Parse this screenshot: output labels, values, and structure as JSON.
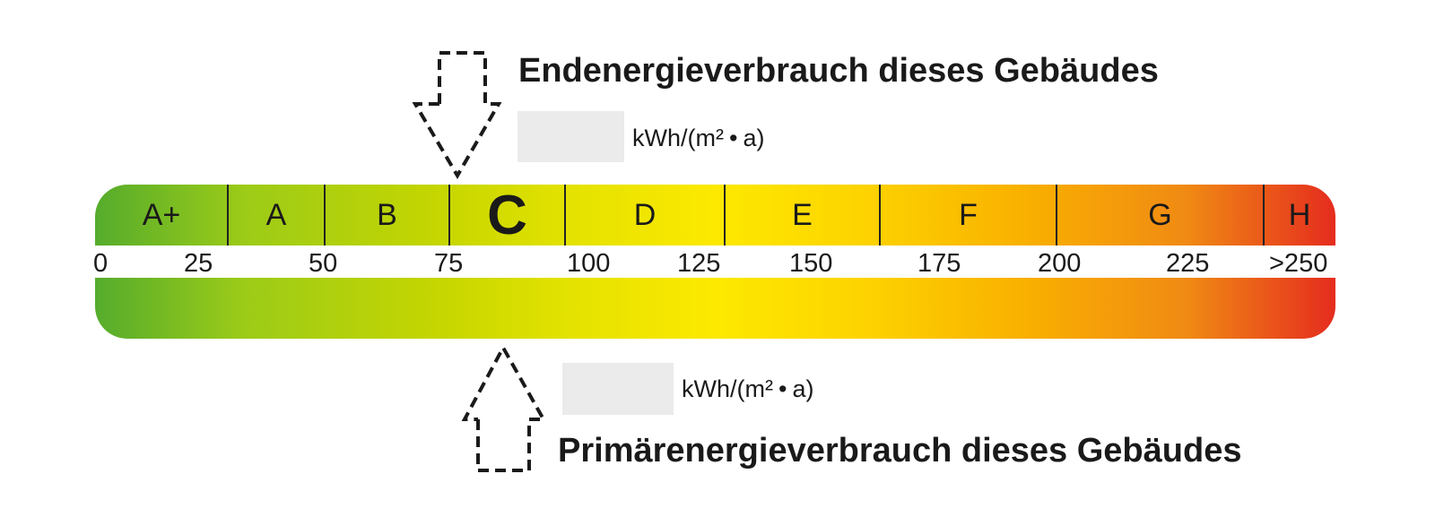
{
  "final_energy": {
    "heading": "Endenergieverbrauch dieses Gebäudes",
    "value": "",
    "unit_prefix": "kWh/(m²",
    "unit_dot": "•",
    "unit_suffix": "a)"
  },
  "primary_energy": {
    "heading": "Primärenergieverbrauch dieses Gebäudes",
    "value": "",
    "unit_prefix": "kWh/(m²",
    "unit_dot": "•",
    "unit_suffix": "a)"
  },
  "classes": [
    {
      "label": "A+"
    },
    {
      "label": "A"
    },
    {
      "label": "B"
    },
    {
      "label": "C",
      "highlight": true
    },
    {
      "label": "D"
    },
    {
      "label": "E"
    },
    {
      "label": "F"
    },
    {
      "label": "G"
    },
    {
      "label": "H"
    }
  ],
  "scale_ticks": [
    "0",
    "25",
    "50",
    "75",
    "100",
    "125",
    "150",
    "175",
    "200",
    "225",
    ">250"
  ],
  "colors": {
    "green": "#55ac2c",
    "yellow": "#fde900",
    "orange": "#f9b000",
    "red": "#e52c1e",
    "value_box": "#ebebeb"
  },
  "icons": [
    "dashed-arrow-down-icon",
    "dashed-arrow-up-icon"
  ]
}
